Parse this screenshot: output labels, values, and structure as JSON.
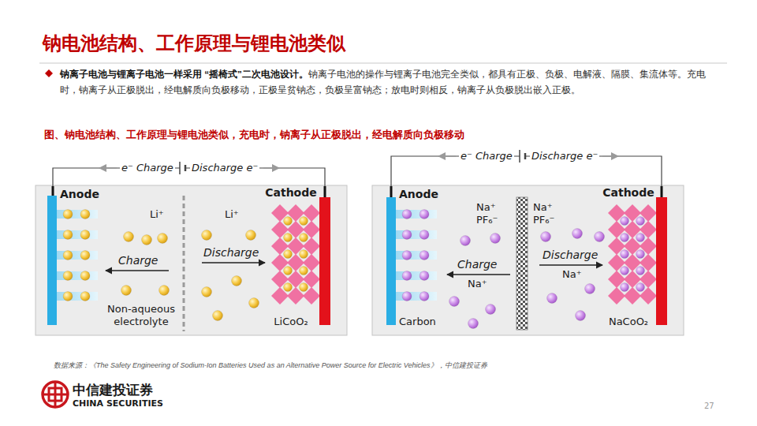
{
  "diagram": {
    "title": "钠电池结构、工作原理与锂电池类似",
    "caption": "图、钠电池结构、工作原理与锂电池类似，充电时，钠离子从正极脱出，经电解质向负极移动",
    "nodes": [
      {
        "text": [
          "Anode"
        ]
      },
      {
        "text": [
          "Cathode",
          "LiCoO₂"
        ]
      },
      {
        "text": [
          "Anode",
          "Carbon"
        ]
      },
      {
        "text": [
          "Cathode",
          "NaCoO₂"
        ]
      }
    ],
    "labels": [
      "钠离子电池与锂离子电池一样采用 “摇椅式”二次电池设计。",
      "钠离子电池的操作与锂离子电池完全类似，都具有正极、负极、电解液、隔膜、集流体等。充电时，钠离子从正极脱出，经电解质向负极移动，正极呈贫钠态，负极呈富钠态；放电时则相反，钠离子从负极脱出嵌入正极。",
      "e⁻ Charge",
      "Discharge e⁻",
      "Li⁺",
      "Li⁺",
      "Charge",
      "Discharge",
      "Non-aqueous electrolyte",
      "e⁻ Charge",
      "Discharge e⁻",
      "Na⁺ PF₆⁻",
      "Na⁺ PF₆⁻",
      "Charge",
      "Na⁺",
      "Discharge",
      "Na⁺",
      "数据来源：《The Safety Engineering of Sodium-Ion Batteries Used as an Alternative Power Source for Electric Vehicles》，中信建投证券",
      "中信建投证券",
      "CHINA SECURITIES",
      "27"
    ]
  }
}
